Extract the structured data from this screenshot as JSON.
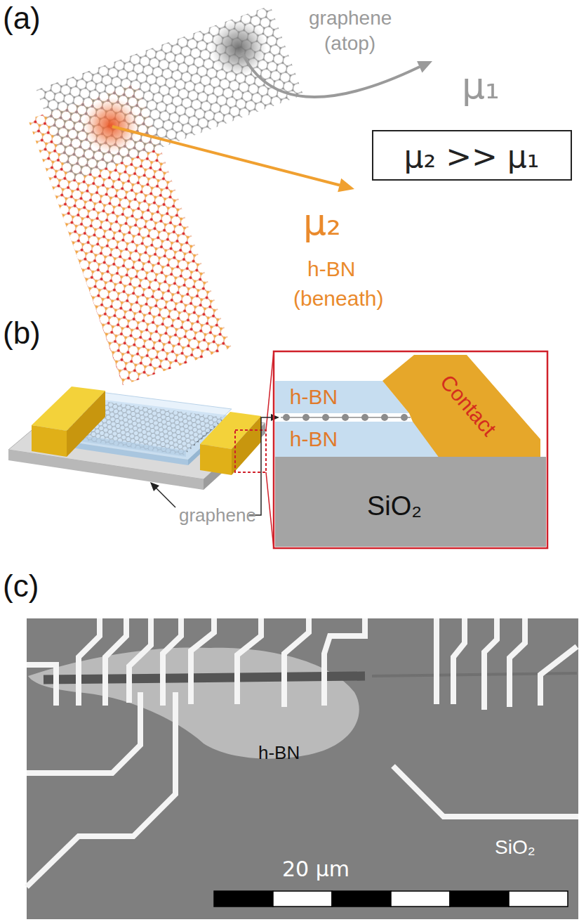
{
  "diagram": {
    "nodes": [
      {
        "text": [
          "μ₂ >> μ₁"
        ]
      },
      {
        "text": [
          "h-BN"
        ]
      },
      {
        "text": [
          "h-BN"
        ]
      },
      {
        "text": [
          "Contact"
        ]
      },
      {
        "text": [
          "SiO₂"
        ]
      }
    ],
    "labels": [
      "(a)",
      "graphene",
      "(atop)",
      "μ₁",
      "μ₂",
      "h-BN",
      "(beneath)",
      "(b)",
      "graphene",
      "(c)",
      "h-BN",
      "20 μm",
      "SiO₂"
    ]
  }
}
